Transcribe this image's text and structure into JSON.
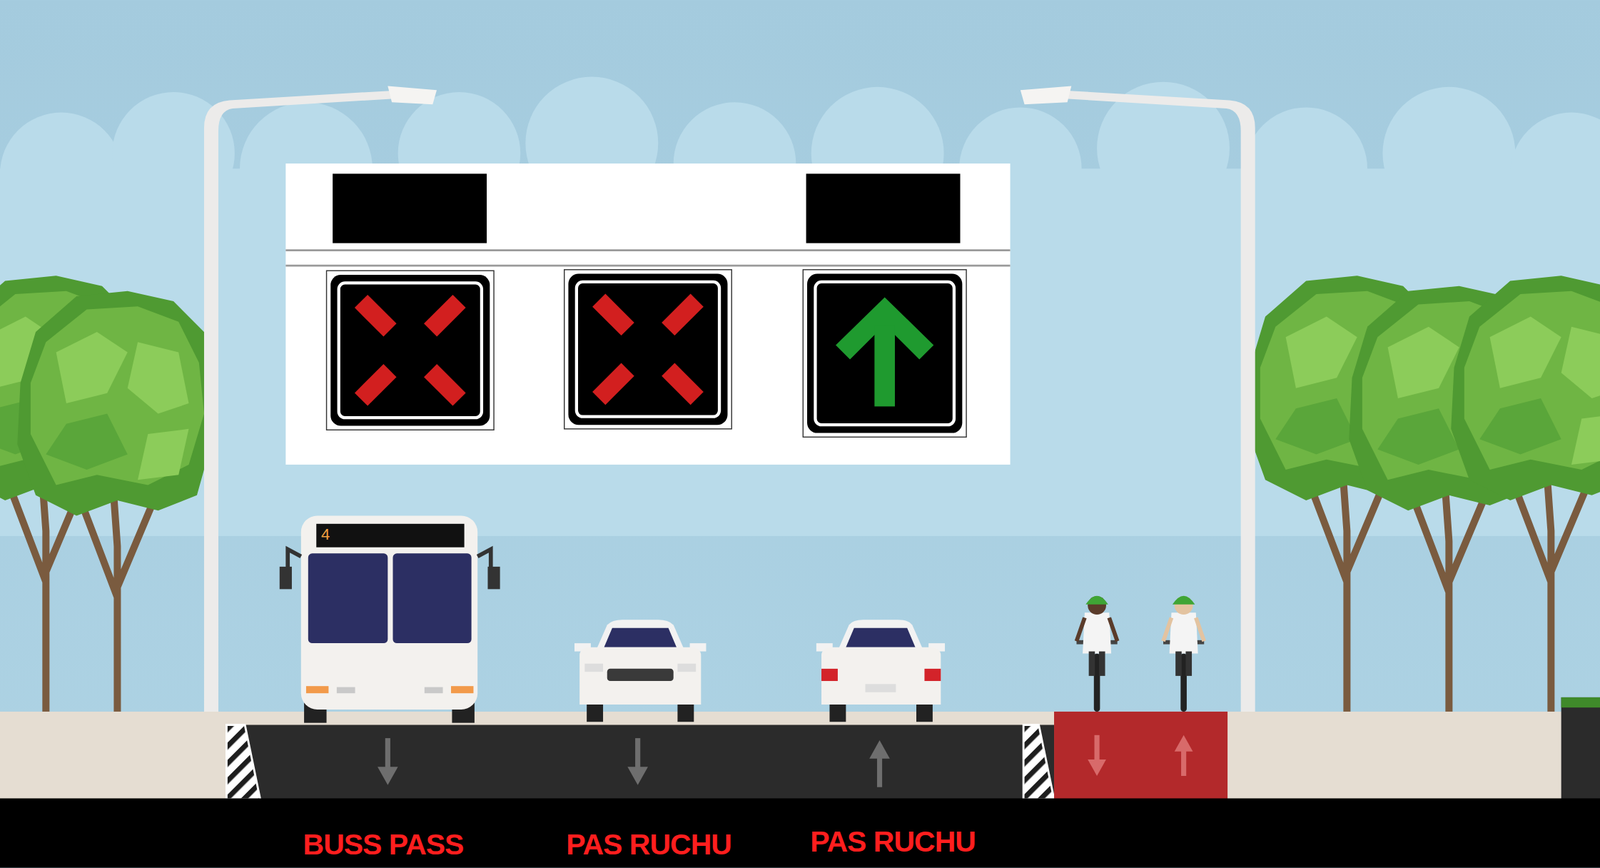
{
  "diagram": {
    "labels": [
      "4",
      "BUSS PASS",
      "PAS RUCHU",
      "PAS RUCHU"
    ]
  }
}
